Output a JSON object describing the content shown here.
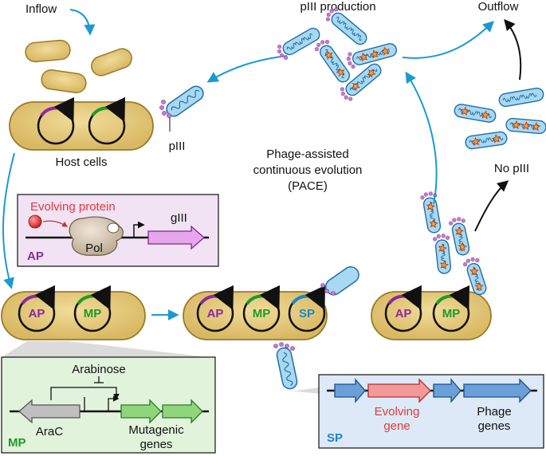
{
  "labels": {
    "inflow": "Inflow",
    "outflow": "Outflow",
    "piii_production": "pIII production",
    "piii": "pIII",
    "host_cells": "Host cells",
    "pace_line1": "Phage-assisted",
    "pace_line2": "continuous evolution",
    "pace_line3": "(PACE)",
    "no_piii": "No pIII"
  },
  "plasmids": {
    "ap": "AP",
    "mp": "MP",
    "sp": "SP"
  },
  "ap_box": {
    "tag": "AP",
    "evolving_protein": "Evolving protein",
    "pol": "Pol",
    "gene": "gIII"
  },
  "mp_box": {
    "tag": "MP",
    "inducer": "Arabinose",
    "regulator": "AraC",
    "genes_line1": "Mutagenic",
    "genes_line2": "genes"
  },
  "sp_box": {
    "tag": "SP",
    "evolving_line1": "Evolving",
    "evolving_line2": "gene",
    "phage_line1": "Phage",
    "phage_line2": "genes"
  },
  "colors": {
    "cell_fill": "#e3c77a",
    "cell_stroke": "#9a7a2a",
    "ap_color": "#8a2aa0",
    "mp_color": "#1f9a2a",
    "sp_color": "#1a88c8",
    "arrow_blue": "#1a9ad0",
    "phage_fill": "#a9d8f2",
    "phage_stroke": "#1f6fa5",
    "ap_box_fill": "#f1e3f4",
    "mp_box_fill": "#e2f3dc",
    "sp_box_fill": "#dde9f6",
    "evolving_red": "#e03a3a"
  }
}
